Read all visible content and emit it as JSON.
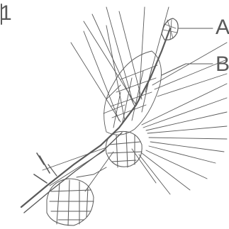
{
  "figure": {
    "number": "1",
    "labels": {
      "a": "A",
      "b": "B"
    },
    "colors": {
      "ink": "#5a5a5a",
      "paper": "#ffffff"
    }
  }
}
